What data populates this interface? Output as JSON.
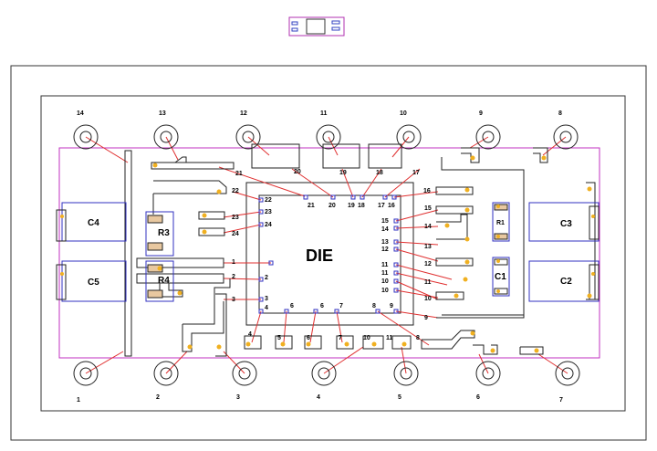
{
  "die_label": "DIE",
  "capacitors": {
    "c1": "C1",
    "c2": "C2",
    "c3": "C3",
    "c4": "C4",
    "c5": "C5"
  },
  "resistors": {
    "r1": "R1",
    "r3": "R3",
    "r4": "R4"
  },
  "top_pins": [
    "14",
    "13",
    "12",
    "11",
    "10",
    "9",
    "8"
  ],
  "bottom_pins": [
    "1",
    "2",
    "3",
    "4",
    "5",
    "6",
    "7"
  ],
  "die_pads": {
    "top": [
      "21",
      "20",
      "19",
      "18",
      "17",
      "16"
    ],
    "left": [
      "22",
      "23",
      "24",
      "1",
      "2",
      "3",
      "4"
    ],
    "bottom": [
      "6",
      "6",
      "7",
      "8",
      "9"
    ],
    "right": [
      "15",
      "14",
      "13",
      "12",
      "11",
      "11",
      "10",
      "10"
    ]
  },
  "wire_labels": {
    "top": [
      "21",
      "20",
      "19",
      "18",
      "17",
      "16"
    ],
    "left_pads": [
      "22",
      "23",
      "24",
      "23",
      "24"
    ],
    "left_sub": [
      "1",
      "2",
      "3"
    ],
    "right": [
      "15",
      "14",
      "13",
      "12",
      "11",
      "10",
      "9"
    ],
    "bottom": [
      "4",
      "5",
      "6",
      "7",
      "10",
      "11",
      "8"
    ]
  }
}
